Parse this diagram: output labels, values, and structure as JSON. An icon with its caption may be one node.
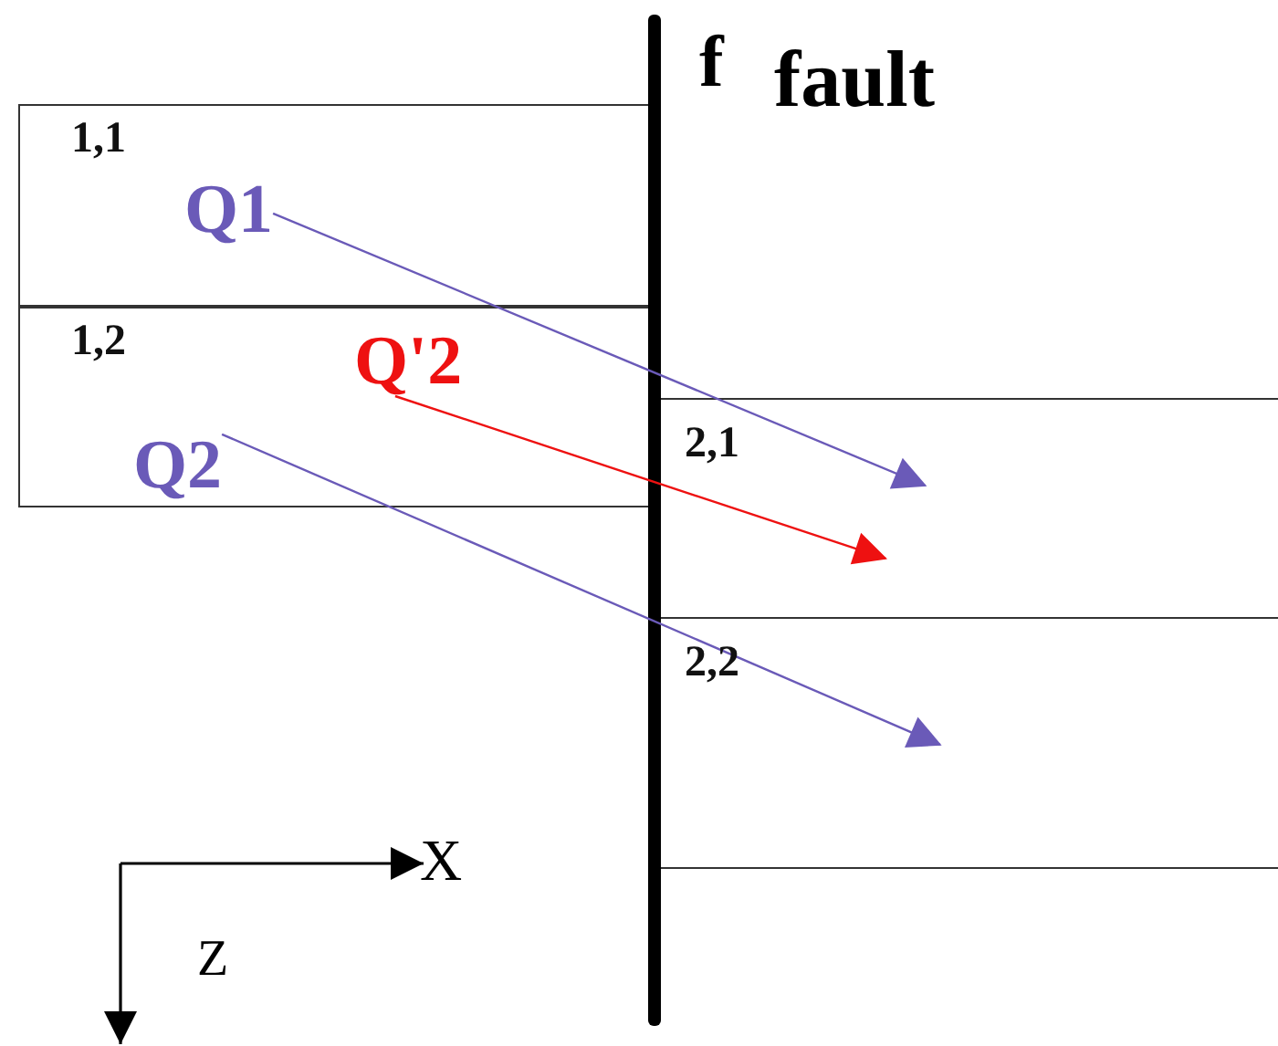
{
  "diagram": {
    "nodes": [
      {
        "text": [
          "1,1"
        ]
      },
      {
        "text": [
          "Q1"
        ],
        "in": 0
      },
      {
        "text": [
          "1,2"
        ]
      },
      {
        "text": [
          "Q'2"
        ],
        "in": 2
      },
      {
        "text": [
          "Q2"
        ],
        "in": 2
      },
      {
        "text": [
          "2,1"
        ]
      },
      {
        "text": [
          "2,2"
        ]
      }
    ],
    "edges": [
      {
        "from": 1,
        "to": 5,
        "arrow": "to"
      },
      {
        "from": 3,
        "to": 5,
        "arrow": "to",
        "color": "#ee1111"
      },
      {
        "from": 4,
        "to": 6,
        "arrow": "to"
      }
    ],
    "labels": [
      "f",
      "fault",
      "X",
      "Z"
    ]
  }
}
